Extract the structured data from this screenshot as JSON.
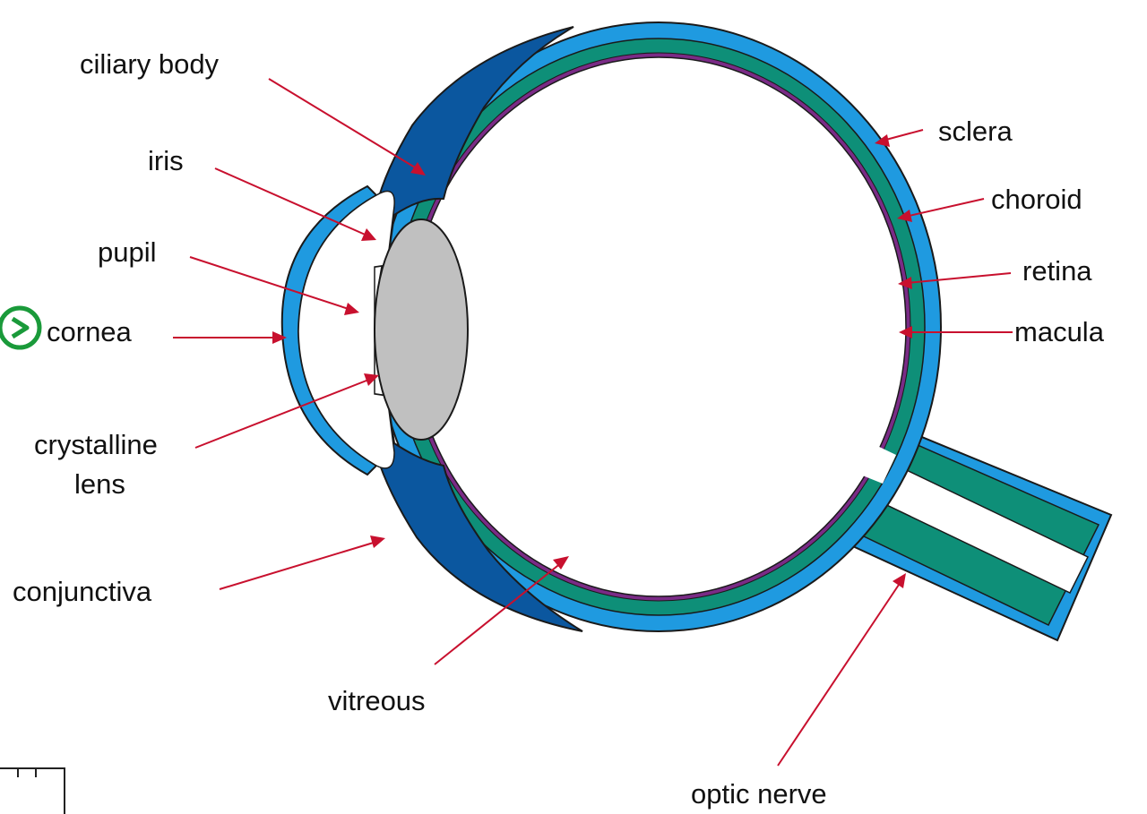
{
  "labels": {
    "ciliary_body": "ciliary body",
    "iris": "iris",
    "pupil": "pupil",
    "cornea": "cornea",
    "crystalline_line1": "crystalline",
    "crystalline_line2": "lens",
    "conjunctiva": "conjunctiva",
    "vitreous": "vitreous",
    "optic_nerve": "optic nerve",
    "sclera": "sclera",
    "choroid": "choroid",
    "retina": "retina",
    "macula": "macula"
  },
  "colors": {
    "sclera": "#1f9ae0",
    "choroid": "#0e8f78",
    "retina": "#7a2b86",
    "ciliary_iris": "#0b579f",
    "lens": "#c0c0c0",
    "arrow": "#c8102e",
    "outline": "#1a1a1a",
    "logo": "#1a9a3a"
  },
  "icons": {
    "corner_logo": "green-circle-logo-icon",
    "corner_ruler": "ruler-icon"
  }
}
